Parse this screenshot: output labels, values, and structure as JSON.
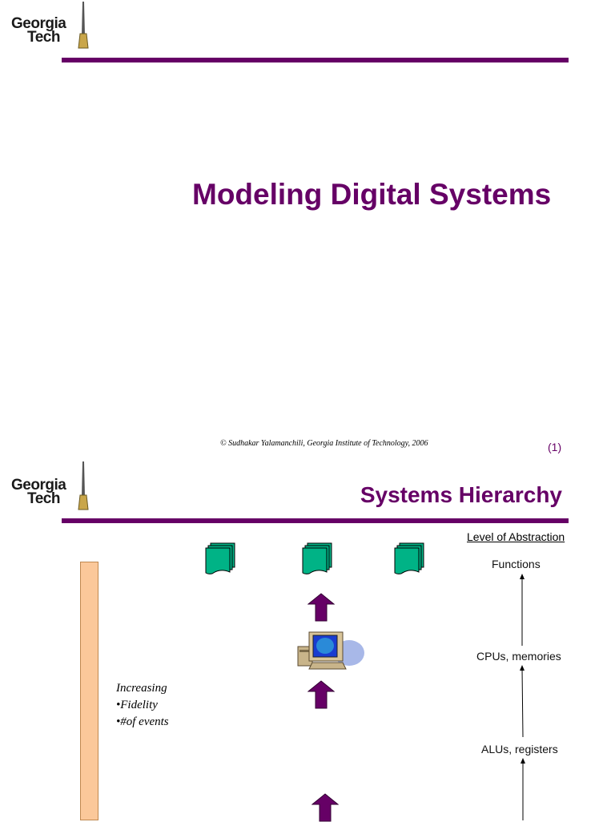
{
  "colors": {
    "accent": "#660066",
    "doc_icon": "#00b386",
    "bar": "#fbc89a"
  },
  "logo": {
    "line1": "Georgia",
    "line2": "Tech"
  },
  "slide1": {
    "title": "Modeling Digital Systems",
    "copyright": "© Sudhakar Yalamanchili, Georgia Institute of Technology, 2006",
    "page": "(1)"
  },
  "slide2": {
    "title": "Systems Hierarchy",
    "level_header": "Level of Abstraction",
    "levels": [
      "Functions",
      "CPUs, memories",
      "ALUs, registers"
    ],
    "note": {
      "line1": "Increasing",
      "line2": "•Fidelity",
      "line3": "•#of events"
    }
  },
  "icons": [
    "document-stack-icon",
    "document-stack-icon",
    "document-stack-icon",
    "up-arrow-icon",
    "computer-icon",
    "up-arrow-icon",
    "up-arrow-icon",
    "level-arrow-icon"
  ]
}
